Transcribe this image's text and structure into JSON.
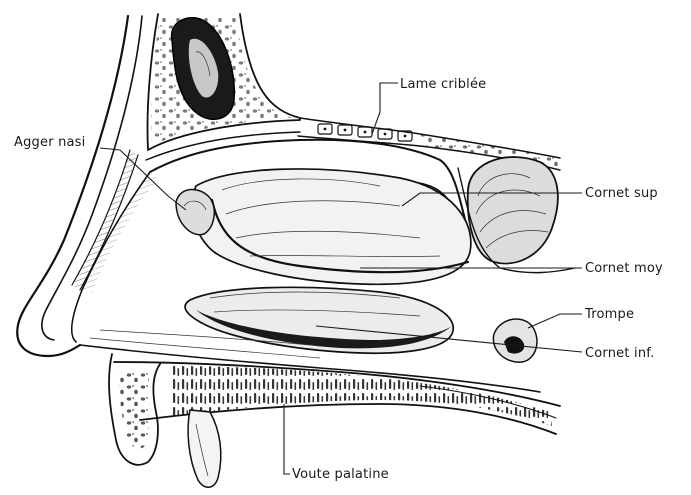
{
  "labels": {
    "lame_criblee": "Lame criblée",
    "agger_nasi": "Agger nasi",
    "cornet_sup": "Cornet sup",
    "cornet_moy": "Cornet moy",
    "trompe": "Trompe",
    "cornet_inf": "Cornet inf.",
    "voute_palatine": "Voute palatine"
  },
  "colors": {
    "ink": "#111111",
    "background": "#ffffff"
  }
}
